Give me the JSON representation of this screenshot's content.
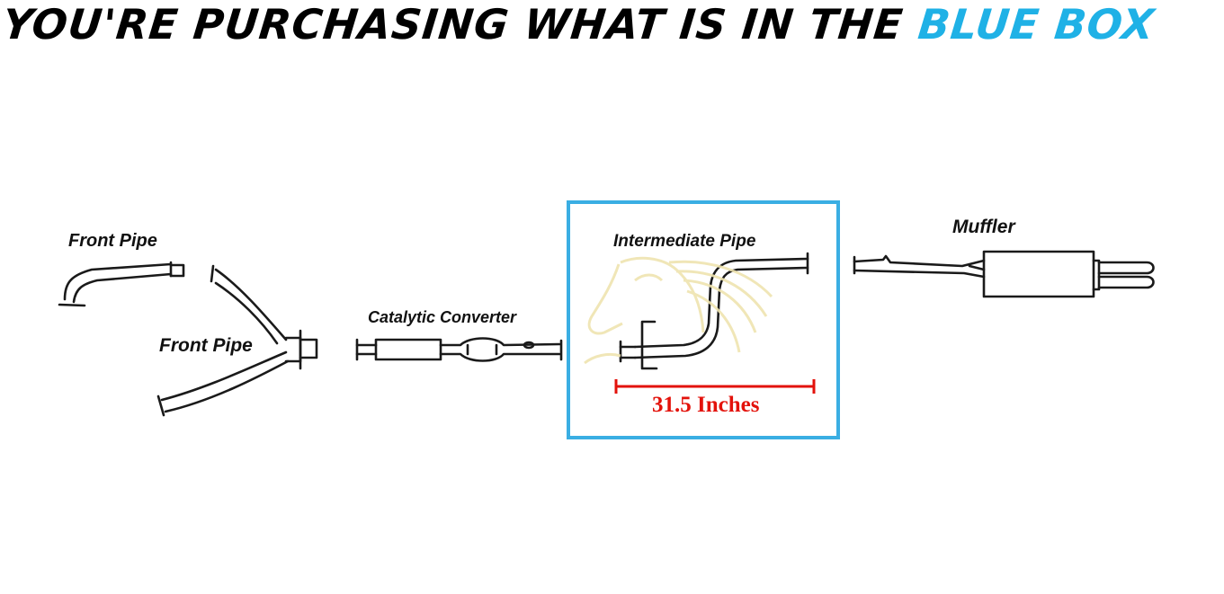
{
  "headline": {
    "text_black": "YOU'RE PURCHASING WHAT IS IN THE ",
    "text_blue": "BLUE BOX"
  },
  "parts": {
    "front_pipe_1": "Front Pipe",
    "front_pipe_2": "Front Pipe",
    "catalytic_converter": "Catalytic Converter",
    "intermediate_pipe": "Intermediate Pipe",
    "muffler": "Muffler"
  },
  "measurement": "31.5 Inches",
  "colors": {
    "highlight_box": "#3aaee3",
    "headline_blue": "#1fb1e6",
    "measurement": "#e3120b",
    "watermark": "#efe4b0"
  }
}
